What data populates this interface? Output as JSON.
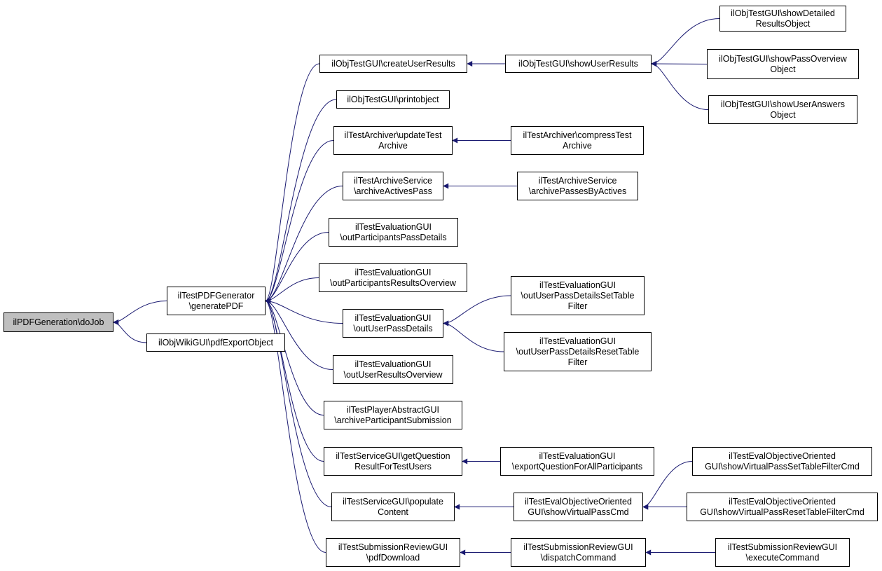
{
  "colors": {
    "edge": "#191970",
    "root_fill": "#bfbfbf",
    "node_fill": "#ffffff",
    "border": "#000000"
  },
  "nodes": {
    "dojob": {
      "lines": [
        "ilPDFGeneration\\doJob"
      ]
    },
    "generatepdf": {
      "lines": [
        "ilTestPDFGenerator",
        "\\generatePDF"
      ]
    },
    "pdfexport": {
      "lines": [
        "ilObjWikiGUI\\pdfExportObject"
      ]
    },
    "createuserresults": {
      "lines": [
        "ilObjTestGUI\\createUserResults"
      ]
    },
    "printobject": {
      "lines": [
        "ilObjTestGUI\\printobject"
      ]
    },
    "updatetestarchive": {
      "lines": [
        "ilTestArchiver\\updateTest",
        "Archive"
      ]
    },
    "archiveactivespass": {
      "lines": [
        "ilTestArchiveService",
        "\\archiveActivesPass"
      ]
    },
    "outparticipantspassdetails": {
      "lines": [
        "ilTestEvaluationGUI",
        "\\outParticipantsPassDetails"
      ]
    },
    "outparticipantsresultsoverview": {
      "lines": [
        "ilTestEvaluationGUI",
        "\\outParticipantsResultsOverview"
      ]
    },
    "outuserpassdetails": {
      "lines": [
        "ilTestEvaluationGUI",
        "\\outUserPassDetails"
      ]
    },
    "outuserresultsoverview": {
      "lines": [
        "ilTestEvaluationGUI",
        "\\outUserResultsOverview"
      ]
    },
    "archiveparticipantsubmission": {
      "lines": [
        "ilTestPlayerAbstractGUI",
        "\\archiveParticipantSubmission"
      ]
    },
    "getquestionresult": {
      "lines": [
        "ilTestServiceGUI\\getQuestion",
        "ResultForTestUsers"
      ]
    },
    "populatecontent": {
      "lines": [
        "ilTestServiceGUI\\populate",
        "Content"
      ]
    },
    "pdfdownload": {
      "lines": [
        "ilTestSubmissionReviewGUI",
        "\\pdfDownload"
      ]
    },
    "showuserresults": {
      "lines": [
        "ilObjTestGUI\\showUserResults"
      ]
    },
    "compresstestarchive": {
      "lines": [
        "ilTestArchiver\\compressTest",
        "Archive"
      ]
    },
    "archivepassesbyactives": {
      "lines": [
        "ilTestArchiveService",
        "\\archivePassesByActives"
      ]
    },
    "setfilter": {
      "lines": [
        "ilTestEvaluationGUI",
        "\\outUserPassDetailsSetTable",
        "Filter"
      ]
    },
    "resetfilter": {
      "lines": [
        "ilTestEvaluationGUI",
        "\\outUserPassDetailsResetTable",
        "Filter"
      ]
    },
    "exportquestion": {
      "lines": [
        "ilTestEvaluationGUI",
        "\\exportQuestionForAllParticipants"
      ]
    },
    "showvirtualpasscmd": {
      "lines": [
        "ilTestEvalObjectiveOriented",
        "GUI\\showVirtualPassCmd"
      ]
    },
    "dispatchcommand": {
      "lines": [
        "ilTestSubmissionReviewGUI",
        "\\dispatchCommand"
      ]
    },
    "showdetailed": {
      "lines": [
        "ilObjTestGUI\\showDetailed",
        "ResultsObject"
      ]
    },
    "showpassoverview": {
      "lines": [
        "ilObjTestGUI\\showPassOverview",
        "Object"
      ]
    },
    "showuseranswers": {
      "lines": [
        "ilObjTestGUI\\showUserAnswers",
        "Object"
      ]
    },
    "vpsetfilter": {
      "lines": [
        "ilTestEvalObjectiveOriented",
        "GUI\\showVirtualPassSetTableFilterCmd"
      ]
    },
    "vpresetfilter": {
      "lines": [
        "ilTestEvalObjectiveOriented",
        "GUI\\showVirtualPassResetTableFilterCmd"
      ]
    },
    "executecommand": {
      "lines": [
        "ilTestSubmissionReviewGUI",
        "\\executeCommand"
      ]
    }
  },
  "edges": [
    [
      "generatepdf",
      "dojob"
    ],
    [
      "pdfexport",
      "dojob"
    ],
    [
      "createuserresults",
      "generatepdf"
    ],
    [
      "printobject",
      "generatepdf"
    ],
    [
      "updatetestarchive",
      "generatepdf"
    ],
    [
      "archiveactivespass",
      "generatepdf"
    ],
    [
      "outparticipantspassdetails",
      "generatepdf"
    ],
    [
      "outparticipantsresultsoverview",
      "generatepdf"
    ],
    [
      "outuserpassdetails",
      "generatepdf"
    ],
    [
      "outuserresultsoverview",
      "generatepdf"
    ],
    [
      "archiveparticipantsubmission",
      "generatepdf"
    ],
    [
      "getquestionresult",
      "generatepdf"
    ],
    [
      "populatecontent",
      "generatepdf"
    ],
    [
      "pdfdownload",
      "generatepdf"
    ],
    [
      "showuserresults",
      "createuserresults"
    ],
    [
      "compresstestarchive",
      "updatetestarchive"
    ],
    [
      "archivepassesbyactives",
      "archiveactivespass"
    ],
    [
      "setfilter",
      "outuserpassdetails"
    ],
    [
      "resetfilter",
      "outuserpassdetails"
    ],
    [
      "exportquestion",
      "getquestionresult"
    ],
    [
      "showvirtualpasscmd",
      "populatecontent"
    ],
    [
      "dispatchcommand",
      "pdfdownload"
    ],
    [
      "showdetailed",
      "showuserresults"
    ],
    [
      "showpassoverview",
      "showuserresults"
    ],
    [
      "showuseranswers",
      "showuserresults"
    ],
    [
      "vpsetfilter",
      "showvirtualpasscmd"
    ],
    [
      "vpresetfilter",
      "showvirtualpasscmd"
    ],
    [
      "executecommand",
      "dispatchcommand"
    ]
  ]
}
